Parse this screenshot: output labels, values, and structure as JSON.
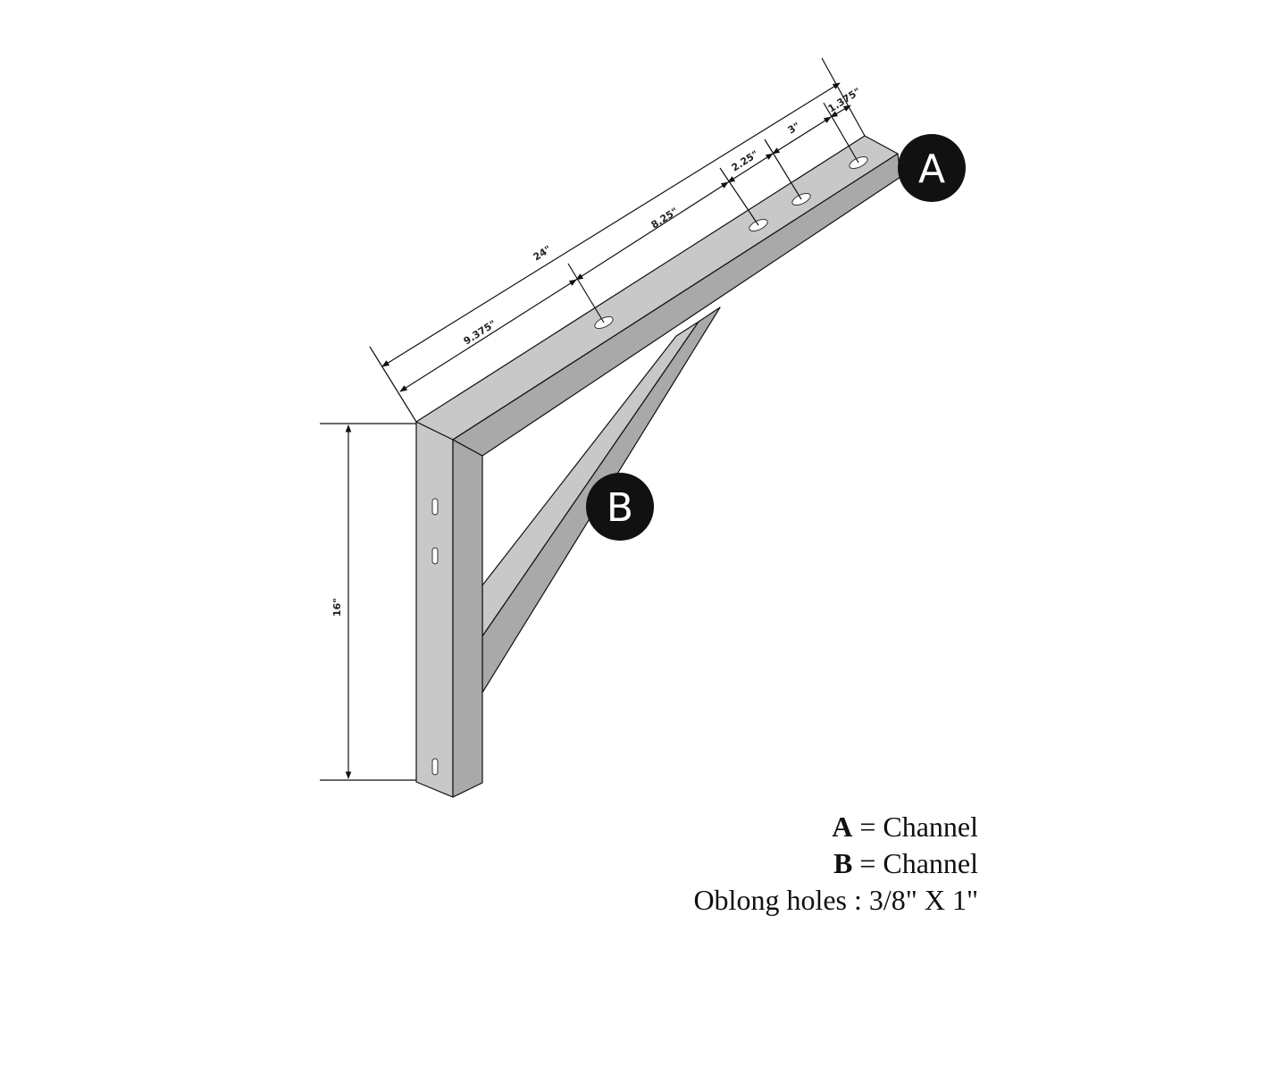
{
  "diagram": {
    "labels": {
      "a": "A",
      "b": "B"
    },
    "dimensions": {
      "overall_length": "24\"",
      "segment_1": "9.375\"",
      "segment_2": "8.25\"",
      "segment_3": "2.25\"",
      "segment_4": "3\"",
      "segment_5": "1.375\"",
      "post_height": "16\""
    },
    "colors": {
      "face_light": "#c8c8c8",
      "face_dark": "#a9a9a9",
      "marker": "#111111"
    }
  },
  "legend": {
    "a_key": "A",
    "a_value": "= Channel",
    "b_key": "B",
    "b_value": "= Channel",
    "holes": "Oblong holes : 3/8\" X 1\""
  }
}
